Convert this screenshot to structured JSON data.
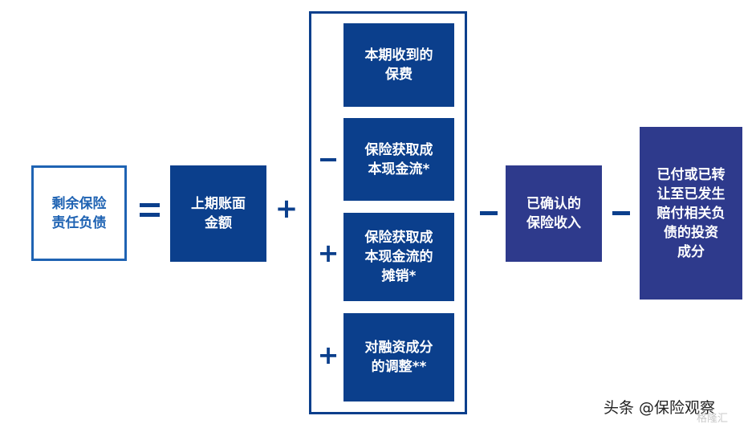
{
  "boxes": {
    "remaining_liability": "剩余保险\n责任负债",
    "opening_balance": "上期账面\n金额",
    "premiums_received": "本期收到的\n保费",
    "acquisition_cashflows": "保险获取成\n本现金流*",
    "amortization": "保险获取成\n本现金流的\n摊销*",
    "financing_adjustment": "对融资成分\n的调整**",
    "recognized_revenue": "已确认的\n保险收入",
    "investment_component": "已付或已转\n让至已发生\n赔付相关负\n债的投资\n成分"
  },
  "operators": {
    "equals": "=",
    "plus": "+",
    "minus": "–"
  },
  "watermark": {
    "text": "头条 @保险观察",
    "sub": "格隆汇"
  },
  "colors": {
    "dark_blue": "#0b3f8c",
    "purple_blue": "#2e3a8c",
    "outline_blue": "#1f63b3"
  }
}
